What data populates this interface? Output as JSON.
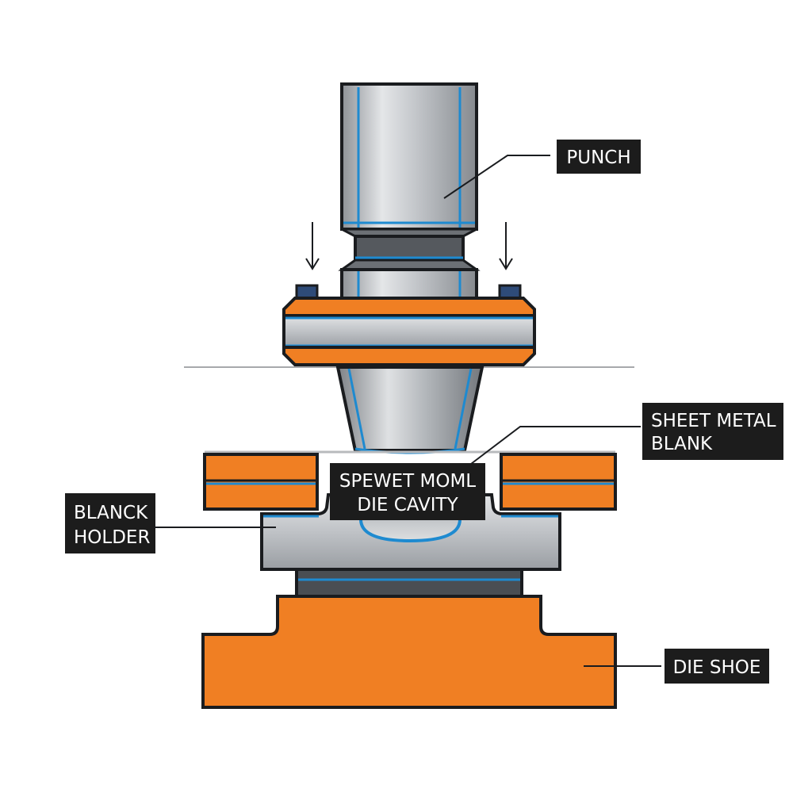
{
  "labels": {
    "punch": "PUNCH",
    "sheet_metal_blank": [
      "SHEET METAL",
      "BLANK"
    ],
    "die_cavity": [
      "SPEWET MOML",
      "DIE CAVITY"
    ],
    "blank_holder": [
      "BLANCK",
      "HOLDER"
    ],
    "die_shoe": "DIE SHOE"
  },
  "colors": {
    "orange": "#f07f23",
    "steel_light": "#d8dadd",
    "steel_dark": "#8a8e93",
    "blue_edge": "#1e8ad0",
    "outline": "#1a1c1f",
    "label_bg": "#1c1c1c",
    "label_text": "#ffffff"
  },
  "icons": {
    "press_arrow": "down-arrow-icon"
  }
}
